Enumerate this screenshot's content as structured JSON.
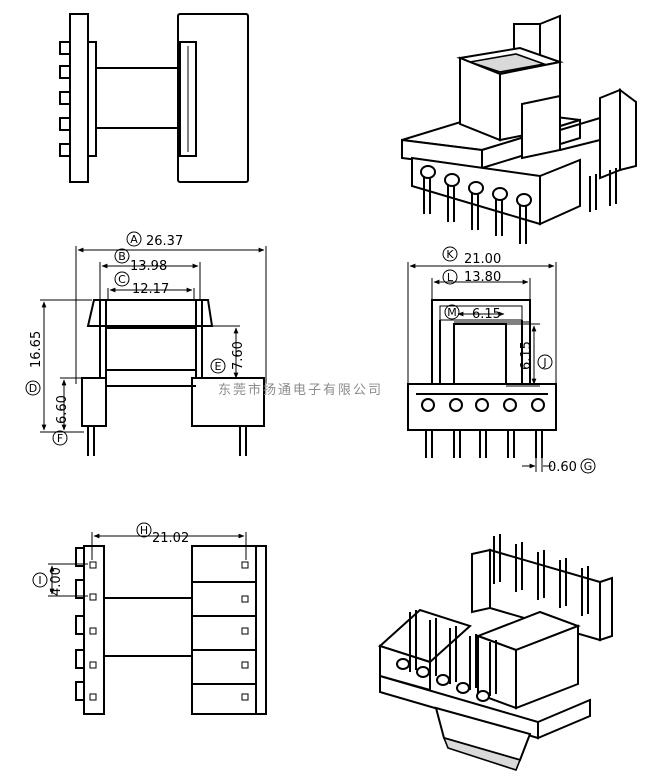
{
  "dimensions": {
    "A": {
      "letter": "A",
      "value": "26.37"
    },
    "B": {
      "letter": "B",
      "value": "13.98"
    },
    "C": {
      "letter": "C",
      "value": "12.17"
    },
    "D": {
      "letter": "D",
      "value": "16.65"
    },
    "E": {
      "letter": "E",
      "value": "7.60"
    },
    "F": {
      "letter": "F",
      "value": "6.60"
    },
    "K": {
      "letter": "K",
      "value": "21.00"
    },
    "L": {
      "letter": "L",
      "value": "13.80"
    },
    "M": {
      "letter": "M",
      "value": "6.15"
    },
    "J": {
      "letter": "J",
      "value": "6.15"
    },
    "G": {
      "letter": "G",
      "value": "0.60"
    },
    "H": {
      "letter": "H",
      "value": "21.02"
    },
    "I": {
      "letter": "I",
      "value": "4.00"
    }
  },
  "watermark": "东莞市扬通电子有限公司"
}
